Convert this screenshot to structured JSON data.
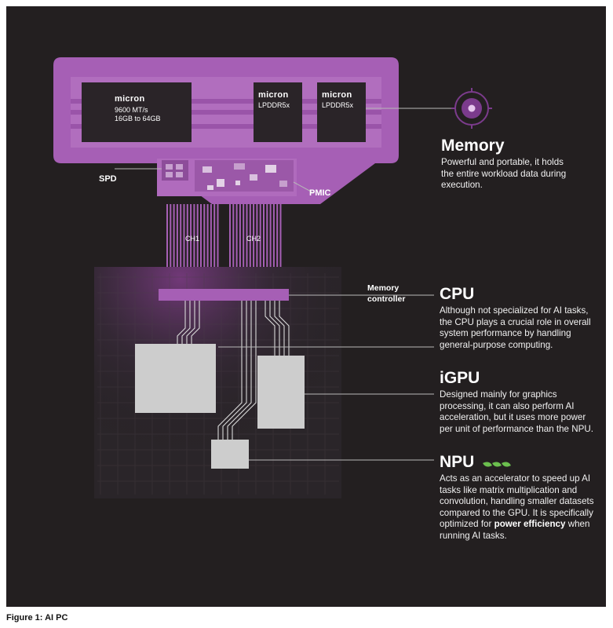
{
  "caption": "Figure 1: AI PC",
  "memory_module": {
    "left_chip": {
      "brand": "micron",
      "line1": "9600 MT/s",
      "line2": "16GB to 64GB"
    },
    "chip2": {
      "brand": "micron",
      "label": "LPDDR5x"
    },
    "chip3": {
      "brand": "micron",
      "label": "LPDDR5x"
    },
    "spd_label": "SPD",
    "pmic_label": "PMIC"
  },
  "channels": {
    "ch1": "CH1",
    "ch2": "CH2"
  },
  "memory_controller_label": "Memory controller",
  "callouts": {
    "memory": {
      "title": "Memory",
      "body": "Powerful and portable, it holds the entire workload data during execution."
    },
    "cpu": {
      "title": "CPU",
      "body": "Although not specialized for AI tasks, the CPU plays a crucial role in overall system performance by handling general-purpose computing."
    },
    "igpu": {
      "title": "iGPU",
      "body": "Designed mainly for graphics processing, it can also perform AI acceleration, but it uses more power per unit of performance than the NPU."
    },
    "npu": {
      "title": "NPU",
      "body_before": "Acts as an accelerator to speed up AI tasks like matrix multiplication and convolution, handling smaller datasets compared to the GPU. It is specifically optimized for",
      "body_bold": "power efficiency",
      "body_after": "when running AI tasks."
    }
  },
  "colors": {
    "background": "#231f20",
    "module_purple": "#a65fb5",
    "accent_purple": "#7b3b8c",
    "chip_dark": "#2a2428",
    "die_gray": "#cdcdcd",
    "leader_line": "#b8b8b8"
  },
  "icons": [
    "memory-target-icon",
    "leaf-icon"
  ]
}
